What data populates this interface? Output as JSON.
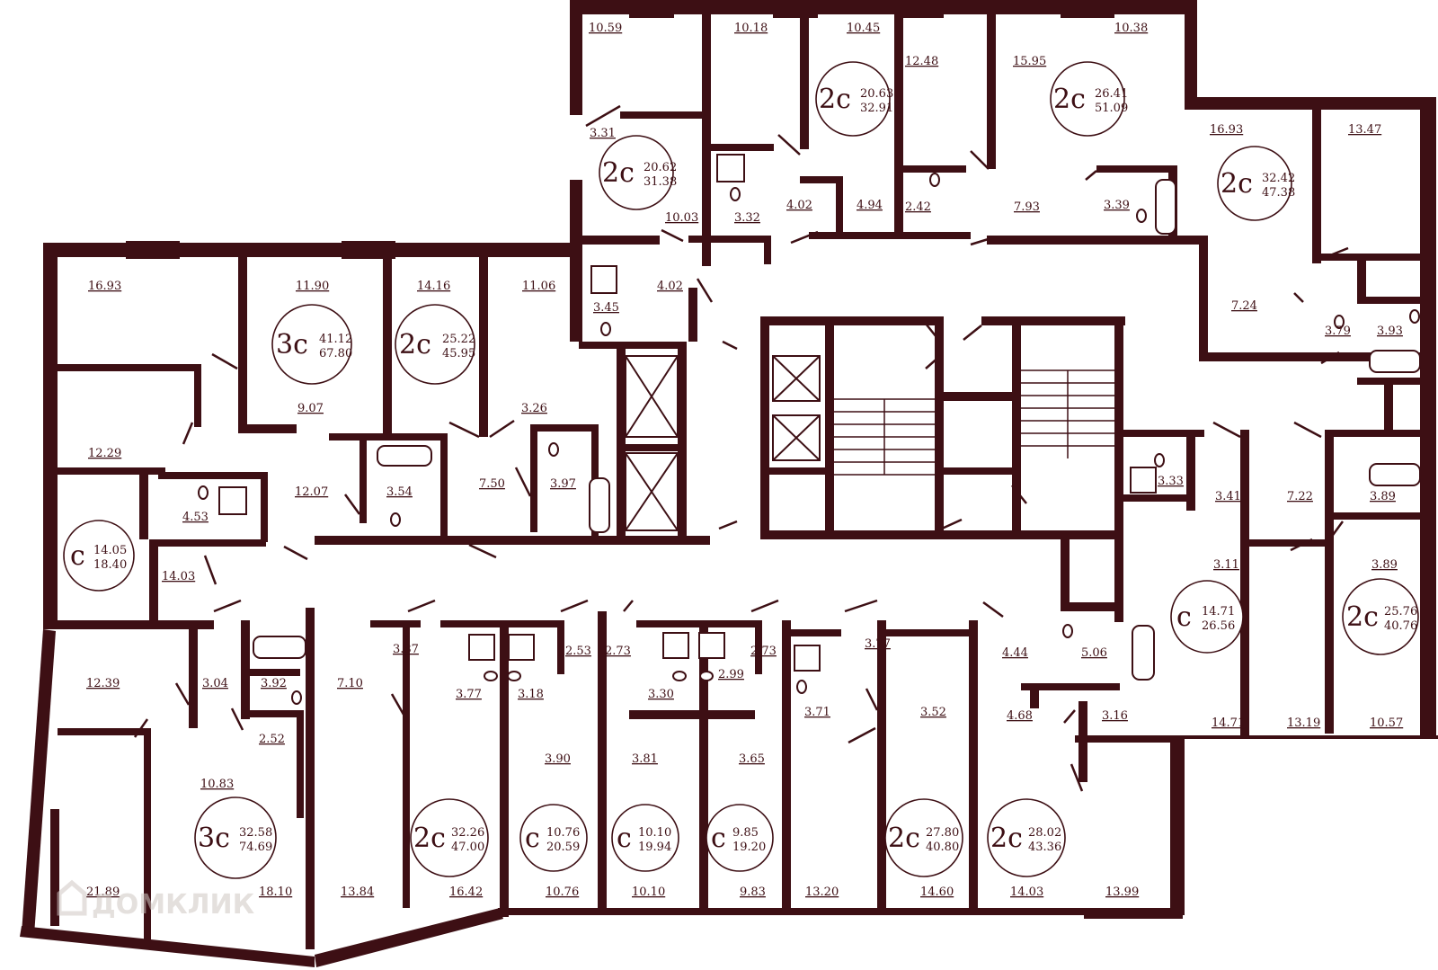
{
  "colors": {
    "wall": "#3d0f14",
    "background": "#ffffff",
    "watermark": "#cfc7c2"
  },
  "watermark": {
    "text": "ДОМКЛИК",
    "icon": "house-logo-icon"
  },
  "apartments": [
    {
      "type": "2с",
      "living": "20.62",
      "total": "31.38"
    },
    {
      "type": "2с",
      "living": "20.63",
      "total": "32.91"
    },
    {
      "type": "2с",
      "living": "26.41",
      "total": "51.09"
    },
    {
      "type": "2с",
      "living": "32.42",
      "total": "47.38"
    },
    {
      "type": "3с",
      "living": "41.12",
      "total": "67.80"
    },
    {
      "type": "2с",
      "living": "25.22",
      "total": "45.95"
    },
    {
      "type": "с",
      "living": "14.05",
      "total": "18.40"
    },
    {
      "type": "с",
      "living": "14.71",
      "total": "26.56"
    },
    {
      "type": "2с",
      "living": "25.76",
      "total": "40.76"
    },
    {
      "type": "3с",
      "living": "32.58",
      "total": "74.69"
    },
    {
      "type": "2с",
      "living": "32.26",
      "total": "47.00"
    },
    {
      "type": "с",
      "living": "10.76",
      "total": "20.59"
    },
    {
      "type": "с",
      "living": "10.10",
      "total": "19.94"
    },
    {
      "type": "с",
      "living": "9.85",
      "total": "19.20"
    },
    {
      "type": "2с",
      "living": "27.80",
      "total": "40.80"
    },
    {
      "type": "2с",
      "living": "28.02",
      "total": "43.36"
    }
  ],
  "room_areas": [
    "10.59",
    "10.18",
    "10.45",
    "12.48",
    "15.95",
    "10.38",
    "3.31",
    "16.93",
    "13.47",
    "3.32",
    "4.02",
    "4.94",
    "2.42",
    "7.93",
    "3.39",
    "10.03",
    "16.93",
    "11.90",
    "14.16",
    "11.06",
    "3.45",
    "4.02",
    "7.24",
    "3.79",
    "3.93",
    "9.07",
    "3.26",
    "12.29",
    "7.50",
    "3.97",
    "3.54",
    "4.53",
    "12.07",
    "3.33",
    "3.41",
    "7.22",
    "3.89",
    "14.03",
    "3.11",
    "3.89",
    "12.39",
    "3.04",
    "3.92",
    "3.87",
    "7.10",
    "3.77",
    "3.18",
    "2.53",
    "2.73",
    "3.30",
    "2.99",
    "2.73",
    "3.71",
    "3.77",
    "5.06",
    "4.44",
    "3.52",
    "2.52",
    "10.83",
    "4.68",
    "3.16",
    "3.90",
    "3.81",
    "3.65",
    "14.71",
    "13.19",
    "10.57",
    "21.89",
    "18.10",
    "13.84",
    "16.42",
    "10.76",
    "10.10",
    "9.83",
    "13.20",
    "14.60",
    "14.03",
    "13.99"
  ]
}
